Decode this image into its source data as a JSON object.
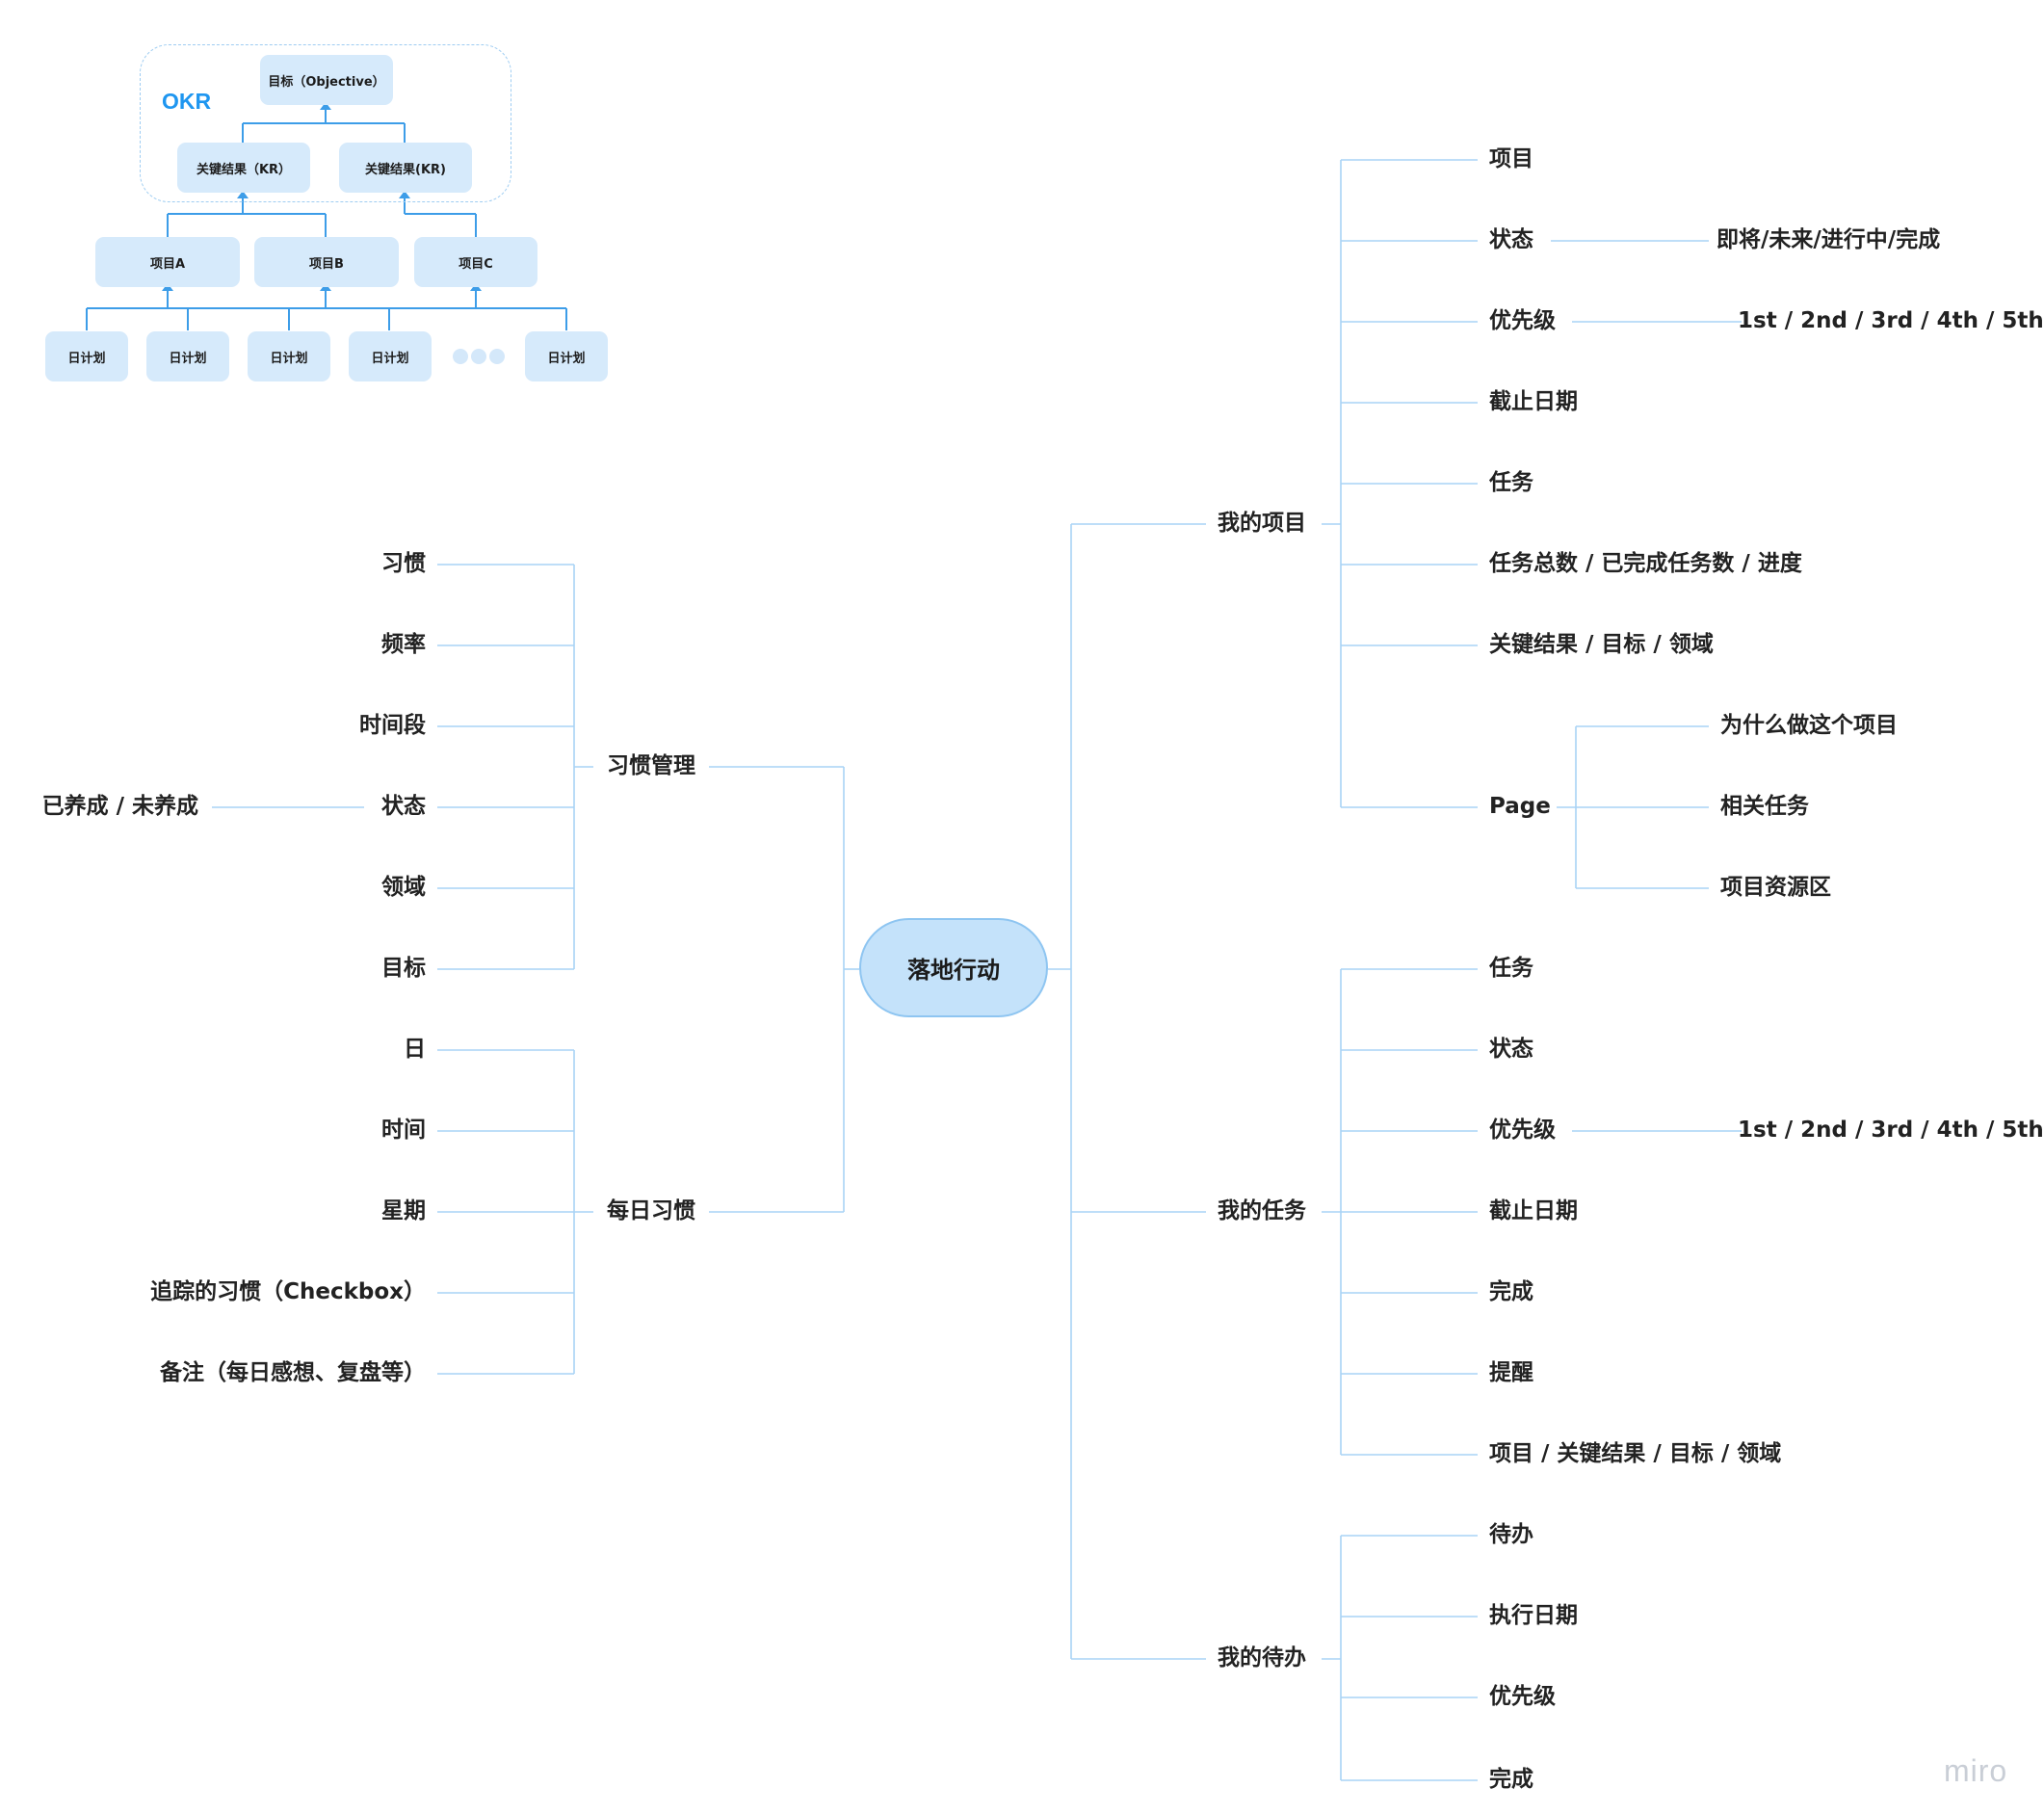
{
  "root": "落地行动",
  "habit_mgmt": {
    "label": "习惯管理",
    "children": [
      "习惯",
      "频率",
      "时间段",
      "状态",
      "领域",
      "目标"
    ],
    "status_values": "已养成 / 未养成"
  },
  "daily_habit": {
    "label": "每日习惯",
    "children": [
      "日",
      "时间",
      "星期",
      "追踪的习惯（Checkbox）",
      "备注（每日感想、复盘等）"
    ]
  },
  "my_projects": {
    "label": "我的项目",
    "children": [
      "项目",
      "状态",
      "优先级",
      "截止日期",
      "任务",
      "任务总数 / 已完成任务数 / 进度",
      "关键结果 / 目标 / 领域",
      "Page"
    ],
    "status_values": "即将/未来/进行中/完成",
    "priority_values": "1st / 2nd / 3rd / 4th / 5th",
    "page_children": [
      "为什么做这个项目",
      "相关任务",
      "项目资源区"
    ]
  },
  "my_tasks": {
    "label": "我的任务",
    "children": [
      "任务",
      "状态",
      "优先级",
      "截止日期",
      "完成",
      "提醒",
      "项目 / 关键结果 / 目标 / 领域"
    ],
    "priority_values": "1st / 2nd / 3rd / 4th / 5th"
  },
  "my_todos": {
    "label": "我的待办",
    "children": [
      "待办",
      "执行日期",
      "优先级",
      "完成"
    ]
  },
  "okr": {
    "title": "OKR",
    "objective": "目标（Objective）",
    "key_results": [
      "关键结果（KR）",
      "关键结果(KR)"
    ],
    "projects": [
      "项目A",
      "项目B",
      "项目C"
    ],
    "daily_plans": [
      "日计划",
      "日计划",
      "日计划",
      "日计划",
      "日计划"
    ]
  },
  "watermark": "miro",
  "colors": {
    "line": "#a9d3f5",
    "okr_line": "#3d9de8",
    "root_fill": "#c4e2fa",
    "box_fill": "#d6eafb",
    "okr_text": "#1e96f0"
  }
}
